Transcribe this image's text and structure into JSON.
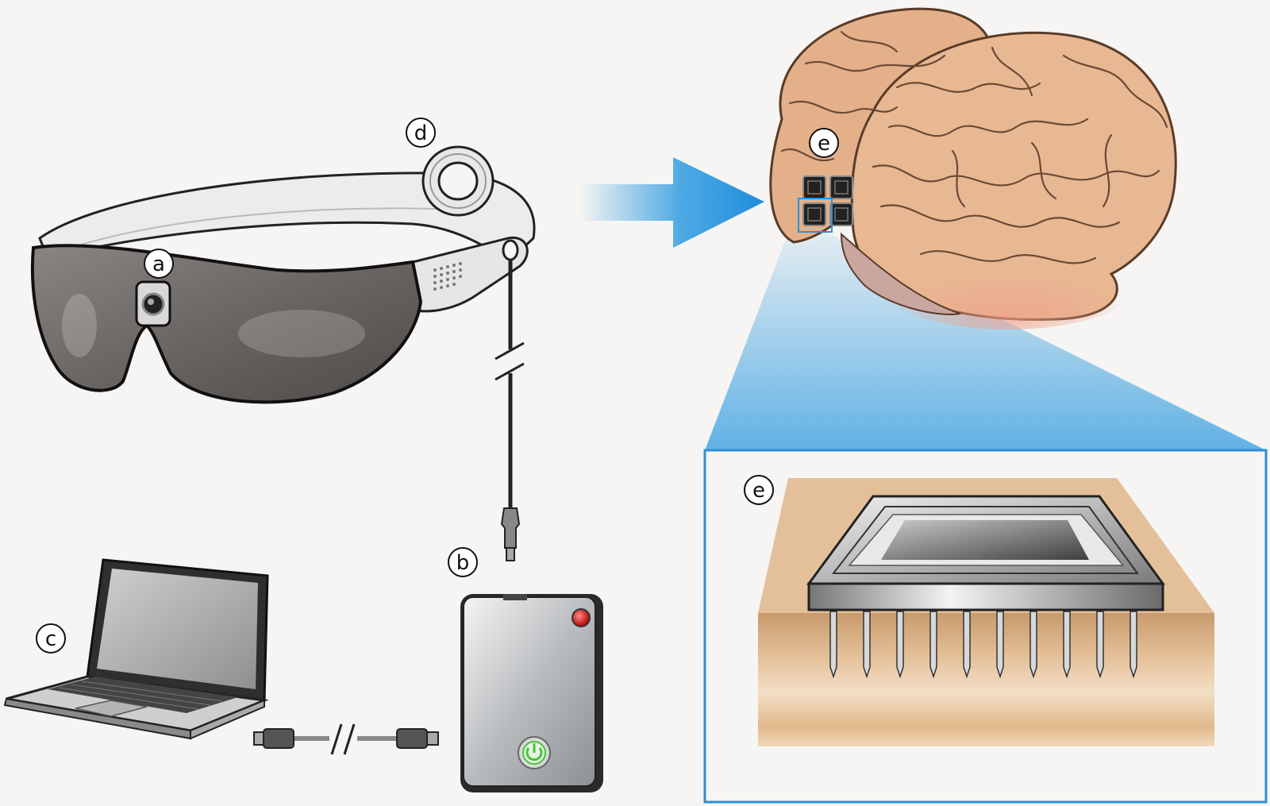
{
  "labels": {
    "a": "a",
    "b": "b",
    "c": "c",
    "d": "d",
    "e_brain": "e",
    "e_inset": "e"
  },
  "colors": {
    "background": "#f6f5f3",
    "brain": "#e8b893",
    "brain_lines": "#6b4a35",
    "arrow": "#2f9be0",
    "inset_border": "#2f8fd6",
    "lens": "#6f6b68",
    "power_led": "#e01818",
    "power_button": "#4cc23b"
  },
  "icons": {
    "camera": "camera-icon",
    "antenna": "coil-antenna-icon",
    "power": "power-icon",
    "status_led": "status-led-icon"
  }
}
